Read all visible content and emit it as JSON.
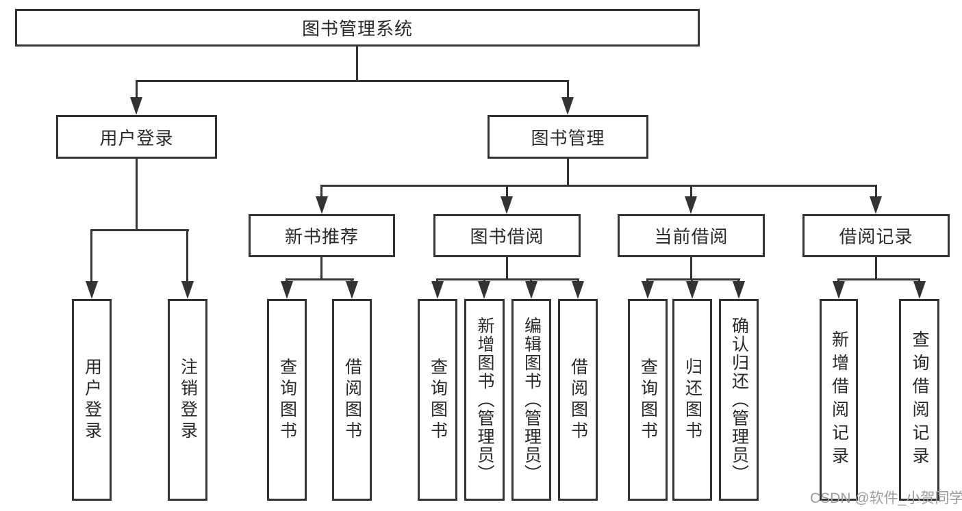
{
  "colors": {
    "line": "#333333",
    "box_border": "#333333",
    "text": "#2a2a2a",
    "watermark": "#9c9c9c",
    "background": "#ffffff"
  },
  "diagram": {
    "root": {
      "label": "图书管理系统"
    },
    "branches": [
      {
        "label": "用户登录",
        "children": [
          {
            "label": "用户登录"
          },
          {
            "label": "注销登录"
          }
        ]
      },
      {
        "label": "图书管理",
        "children": [
          {
            "label": "新书推荐",
            "children": [
              {
                "label": "查询图书"
              },
              {
                "label": "借阅图书"
              }
            ]
          },
          {
            "label": "图书借阅",
            "children": [
              {
                "label": "查询图书"
              },
              {
                "label": "新增图书（管理员）"
              },
              {
                "label": "编辑图书（管理员）"
              },
              {
                "label": "借阅图书"
              }
            ]
          },
          {
            "label": "当前借阅",
            "children": [
              {
                "label": "查询图书"
              },
              {
                "label": "归还图书"
              },
              {
                "label": "确认归还（管理员）"
              }
            ]
          },
          {
            "label": "借阅记录",
            "children": [
              {
                "label": "新增借阅记录"
              },
              {
                "label": "查询借阅记录"
              }
            ]
          }
        ]
      }
    ]
  },
  "watermark": {
    "text": "CSDN @软件_小贺同学"
  }
}
